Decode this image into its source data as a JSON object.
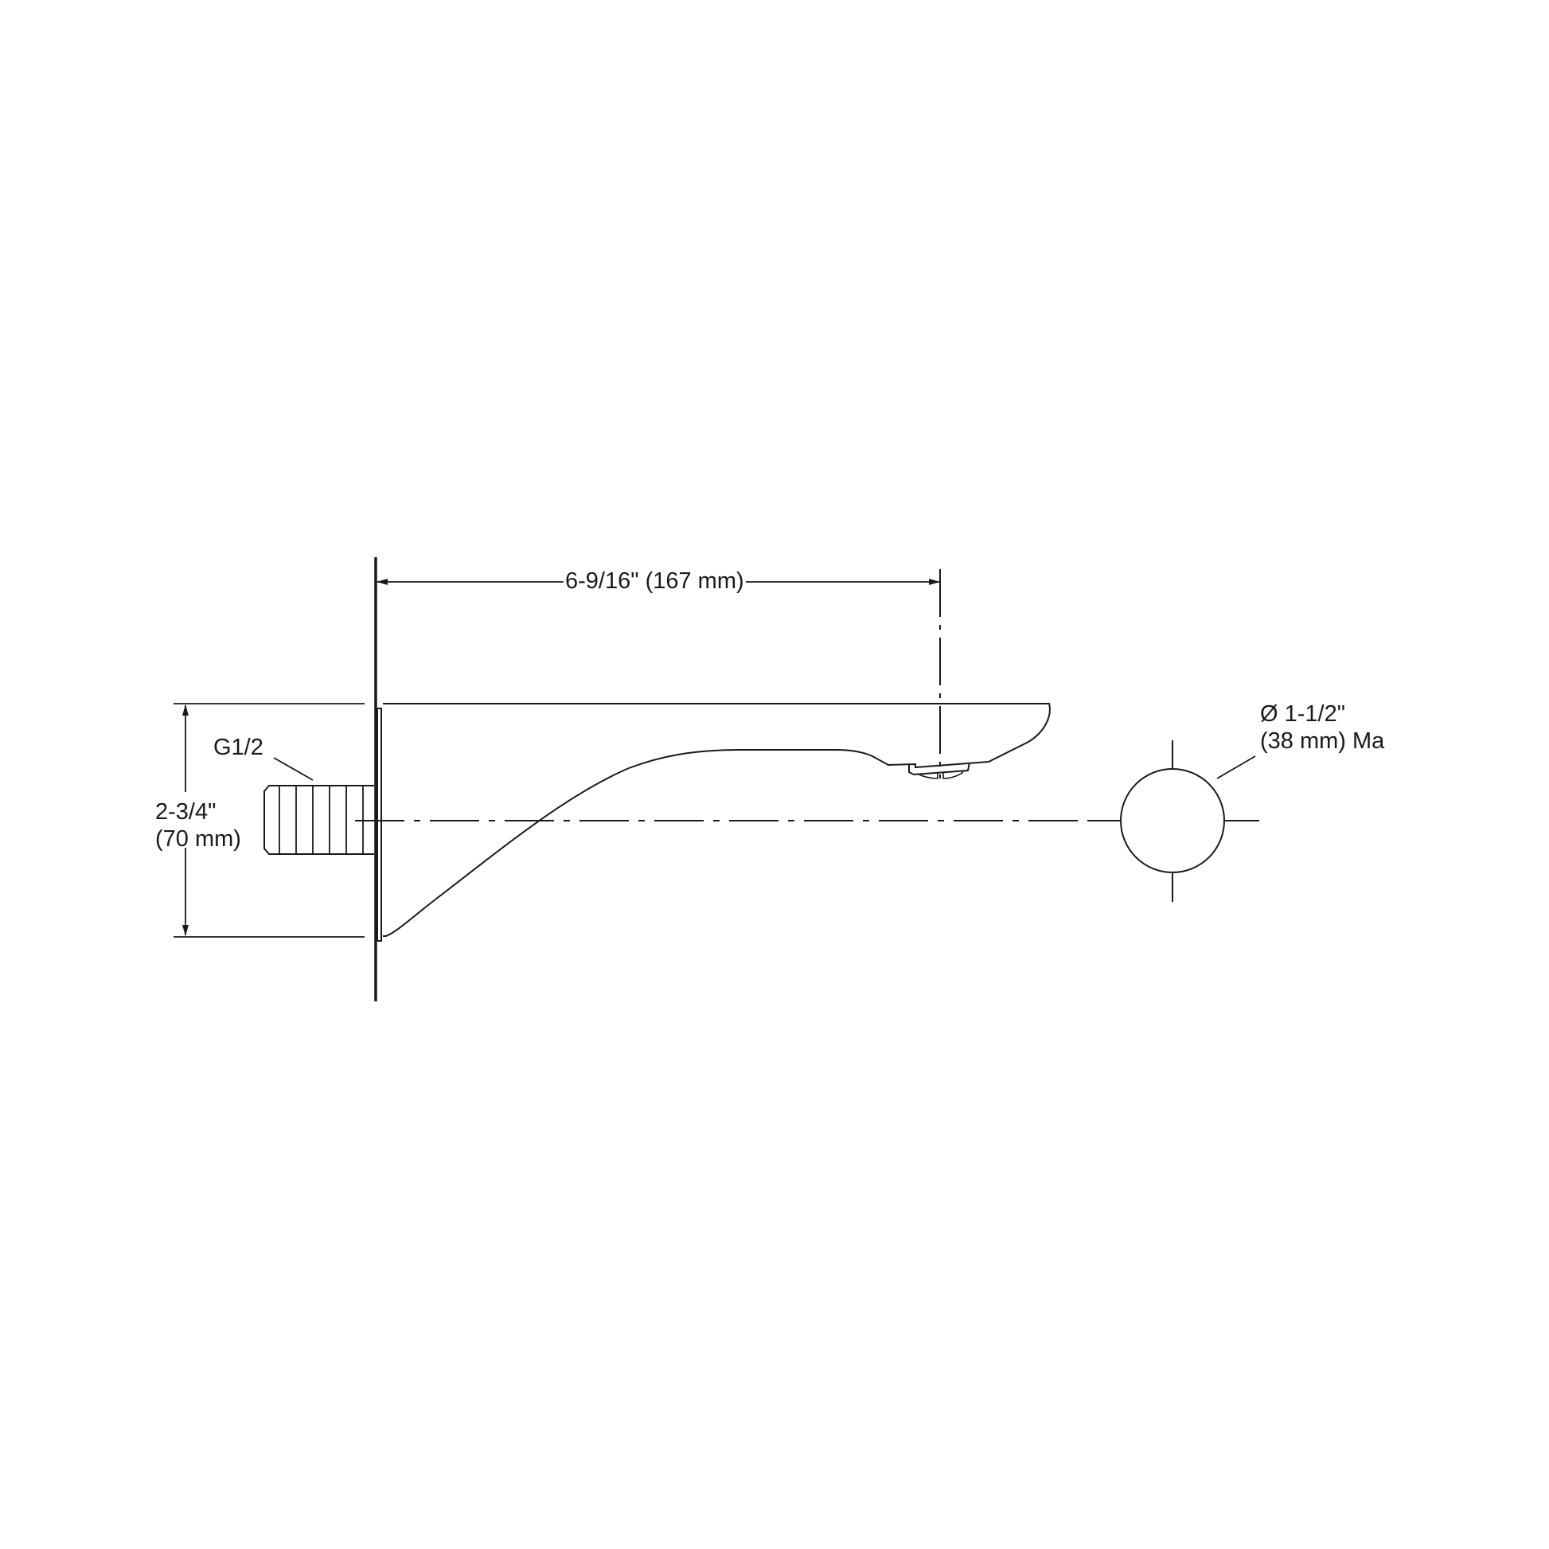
{
  "drawing": {
    "title": "Bath spout dimension drawing",
    "stroke_color": "#1a1a1a",
    "background_color": "#ffffff",
    "dimensions": {
      "projection": {
        "label": "6-9/16\" (167 mm)"
      },
      "height": {
        "line1": "2-3/4\"",
        "line2": "(70 mm)"
      },
      "thread": {
        "label": "G1/2"
      },
      "outlet_diameter": {
        "line1": "Ø 1-1/2\"",
        "line2": "(38 mm) Ma"
      }
    },
    "views": [
      {
        "name": "side-view",
        "description": "Spout profile with wall plate, threaded connector and centerline"
      },
      {
        "name": "end-view",
        "description": "Circular outlet with center marks"
      }
    ]
  }
}
